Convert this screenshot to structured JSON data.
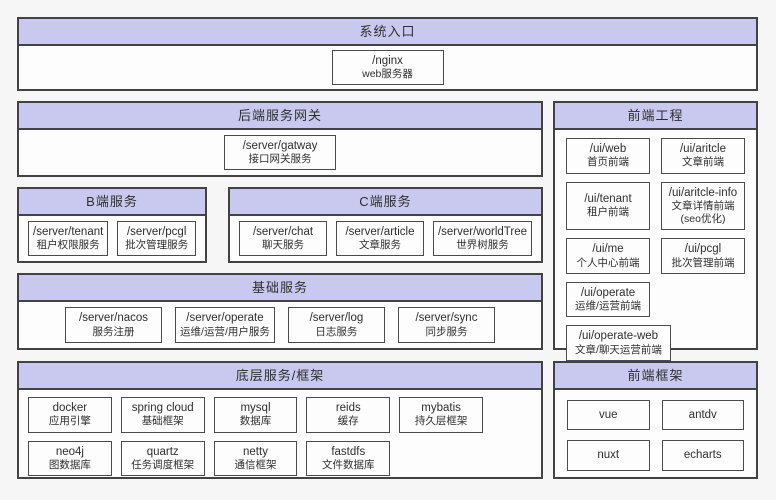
{
  "colors": {
    "page_bg": "#f6f6f7",
    "section_bg": "#fdfdfd",
    "header_bg": "#c9c9ef",
    "border": "#424242",
    "text": "#2e2e2e"
  },
  "sections": {
    "entry": {
      "title": "系统入口",
      "items": [
        {
          "name": "/nginx",
          "desc": "web服务器"
        }
      ]
    },
    "gateway": {
      "title": "后端服务网关",
      "items": [
        {
          "name": "/server/gatway",
          "desc": "接口网关服务"
        }
      ]
    },
    "b_service": {
      "title": "B端服务",
      "items": [
        {
          "name": "/server/tenant",
          "desc": "租户权限服务"
        },
        {
          "name": "/server/pcgl",
          "desc": "批次管理服务"
        }
      ]
    },
    "c_service": {
      "title": "C端服务",
      "items": [
        {
          "name": "/server/chat",
          "desc": "聊天服务"
        },
        {
          "name": "/server/article",
          "desc": "文章服务"
        },
        {
          "name": "/server/worldTree",
          "desc": "世界树服务"
        }
      ]
    },
    "base_service": {
      "title": "基础服务",
      "items": [
        {
          "name": "/server/nacos",
          "desc": "服务注册"
        },
        {
          "name": "/server/operate",
          "desc": "运维/运营/用户服务"
        },
        {
          "name": "/server/log",
          "desc": "日志服务"
        },
        {
          "name": "/server/sync",
          "desc": "同步服务"
        }
      ]
    },
    "infra": {
      "title": "底层服务/框架",
      "items": [
        {
          "name": "docker",
          "desc": "应用引擎"
        },
        {
          "name": "spring cloud",
          "desc": "基础框架"
        },
        {
          "name": "mysql",
          "desc": "数据库"
        },
        {
          "name": "reids",
          "desc": "缓存"
        },
        {
          "name": "mybatis",
          "desc": "持久层框架"
        },
        {
          "name": "neo4j",
          "desc": "图数据库"
        },
        {
          "name": "quartz",
          "desc": "任务调度框架"
        },
        {
          "name": "netty",
          "desc": "通信框架"
        },
        {
          "name": "fastdfs",
          "desc": "文件数据库"
        }
      ]
    },
    "frontend": {
      "title": "前端工程",
      "items": [
        {
          "name": "/ui/web",
          "desc": "首页前端"
        },
        {
          "name": "/ui/aritcle",
          "desc": "文章前端"
        },
        {
          "name": "/ui/tenant",
          "desc": "租户前端"
        },
        {
          "name": "/ui/aritcle-info",
          "desc": "文章详情前端",
          "desc2": "(seo优化)"
        },
        {
          "name": "/ui/me",
          "desc": "个人中心前端"
        },
        {
          "name": "/ui/pcgl",
          "desc": "批次管理前端"
        },
        {
          "name": "/ui/operate",
          "desc": "运维/运营前端"
        },
        {
          "name": "/ui/operate-web",
          "desc": "文章/聊天运营前端"
        }
      ]
    },
    "fe_framework": {
      "title": "前端框架",
      "items": [
        {
          "name": "vue"
        },
        {
          "name": "antdv"
        },
        {
          "name": "nuxt"
        },
        {
          "name": "echarts"
        }
      ]
    }
  }
}
